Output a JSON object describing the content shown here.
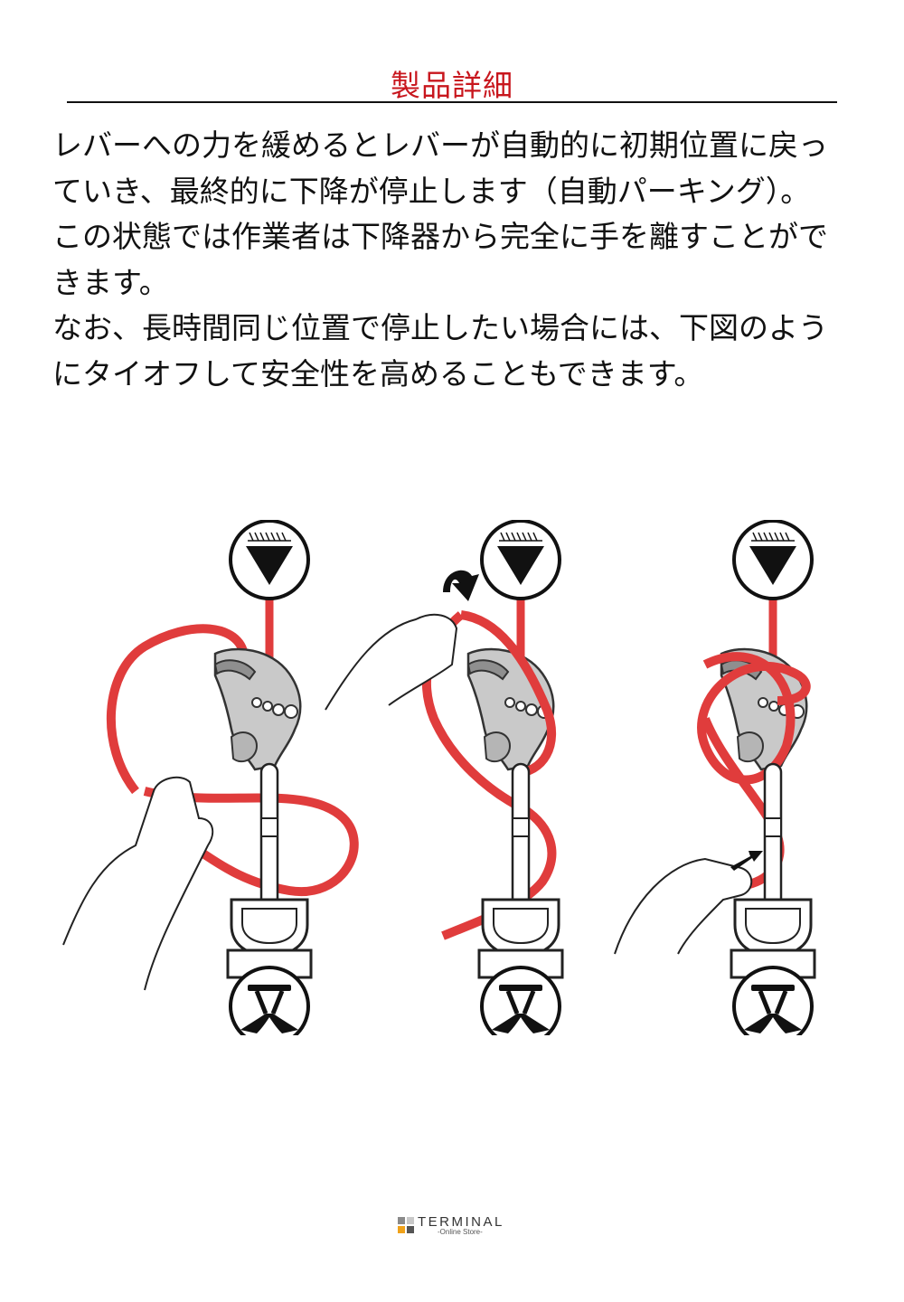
{
  "header": {
    "title": "製品詳細"
  },
  "body": {
    "lines_p1": [
      "レバーへの力を緩めるとレバーが自動的に初期位置に戻っ",
      "ていき、最終的に下降が停止します（自動パーキング）。",
      "この状態では作業者は下降器から完全に手を離すことがで",
      "きます。"
    ],
    "lines_p2": [
      "なお、長時間同じ位置で停止したい場合には、下図のよう",
      "にタイオフして安全性を高めることもできます。"
    ]
  },
  "illustration": {
    "panels": 3,
    "rope_color": "#e03c3c",
    "device_color": "#c8c8c8",
    "icons": [
      "anchor-triangle-icon",
      "harness-icon",
      "rotate-arrow-icon",
      "pull-arrow-icon"
    ]
  },
  "footer": {
    "brand": "TERMINAL",
    "sub": "-Online Store-",
    "logo_colors": [
      "#f0a21a",
      "#8a8a8a",
      "#c9c9c9",
      "#555555"
    ]
  }
}
